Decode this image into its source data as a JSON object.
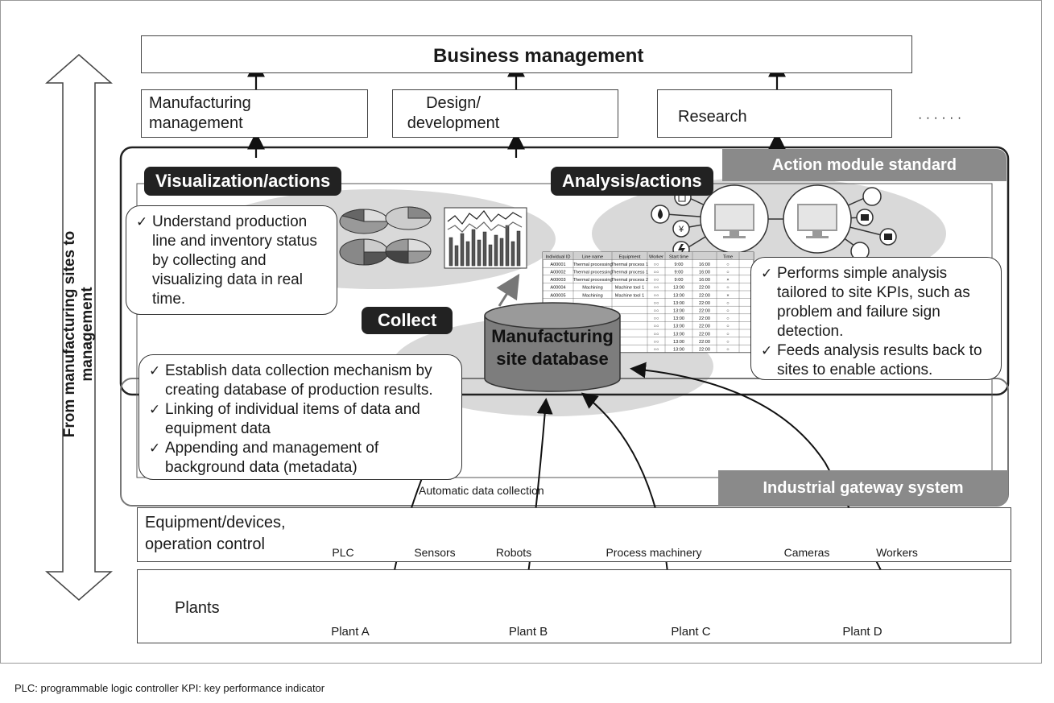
{
  "business_management": "Business management",
  "departments": [
    {
      "label": "Manufacturing management"
    },
    {
      "label": "Design/ development"
    },
    {
      "label": "Research"
    }
  ],
  "ellipsis": "· · · · · ·",
  "side_arrow_label": "From manufacturing sites to management",
  "tags": {
    "visualization": "Visualization/actions",
    "analysis": "Analysis/actions",
    "collect": "Collect",
    "action_module": "Action module standard",
    "gateway": "Industrial gateway system"
  },
  "database": {
    "line1": "Manufacturing",
    "line2": "site database"
  },
  "visualization_bubble": [
    "Understand production line and inventory status by collecting and visualizing data in real time."
  ],
  "analysis_bubble": [
    "Performs simple analysis tailored to site KPIs, such as problem and failure sign detection.",
    "Feeds analysis results back to sites to enable actions."
  ],
  "collect_bubble": [
    "Establish data collection mechanism by creating database of production results.",
    "Linking of individual items of data and equipment data",
    "Appending and management of background data (metadata)"
  ],
  "auto_collection": "Automatic data collection",
  "equipment_title": "Equipment/devices, operation control",
  "devices": [
    "PLC",
    "Sensors",
    "Robots",
    "Process machinery",
    "Cameras",
    "Workers"
  ],
  "plants_title": "Plants",
  "plants": [
    "Plant A",
    "Plant B",
    "Plant C",
    "Plant D"
  ],
  "table": {
    "headers": [
      "Individual ID",
      "Line name",
      "Equipment",
      "Worker",
      "Start time",
      "",
      "Time",
      ""
    ],
    "rows": [
      [
        "A00001",
        "Thermal processing",
        "Thermal process 1",
        "○○",
        "9:00",
        "16:00",
        "○"
      ],
      [
        "A00002",
        "Thermal processing",
        "Thermal process 1",
        "○○",
        "9:00",
        "16:00",
        "○"
      ],
      [
        "A00003",
        "Thermal processing",
        "Thermal process 2",
        "○○",
        "9:00",
        "16:00",
        "×"
      ],
      [
        "A00004",
        "Machining",
        "Machine tool 1",
        "○○",
        "13:00",
        "22:00",
        "○"
      ],
      [
        "A00005",
        "Machining",
        "Machine tool 1",
        "○○",
        "13:00",
        "22:00",
        "×"
      ],
      [
        "",
        "",
        "",
        "○○",
        "13:00",
        "22:00",
        "○"
      ],
      [
        "",
        "",
        "",
        "○○",
        "13:00",
        "22:00",
        "○"
      ],
      [
        "",
        "",
        "",
        "○○",
        "13:00",
        "22:00",
        "○"
      ],
      [
        "",
        "",
        "",
        "○○",
        "13:00",
        "22:00",
        "○"
      ],
      [
        "",
        "",
        "",
        "○○",
        "13:00",
        "22:00",
        "○"
      ],
      [
        "",
        "",
        "",
        "○○",
        "13:00",
        "22:00",
        "○"
      ],
      [
        "",
        "",
        "",
        "○○",
        "13:00",
        "22:00",
        "○"
      ]
    ]
  },
  "footnote": "PLC: programmable logic controller   KPI: key performance indicator",
  "colors": {
    "dark": "#222222",
    "grey_tag": "#8a8a8a",
    "ellipse": "#d9d9d9",
    "icon": "#b5b5b5"
  }
}
